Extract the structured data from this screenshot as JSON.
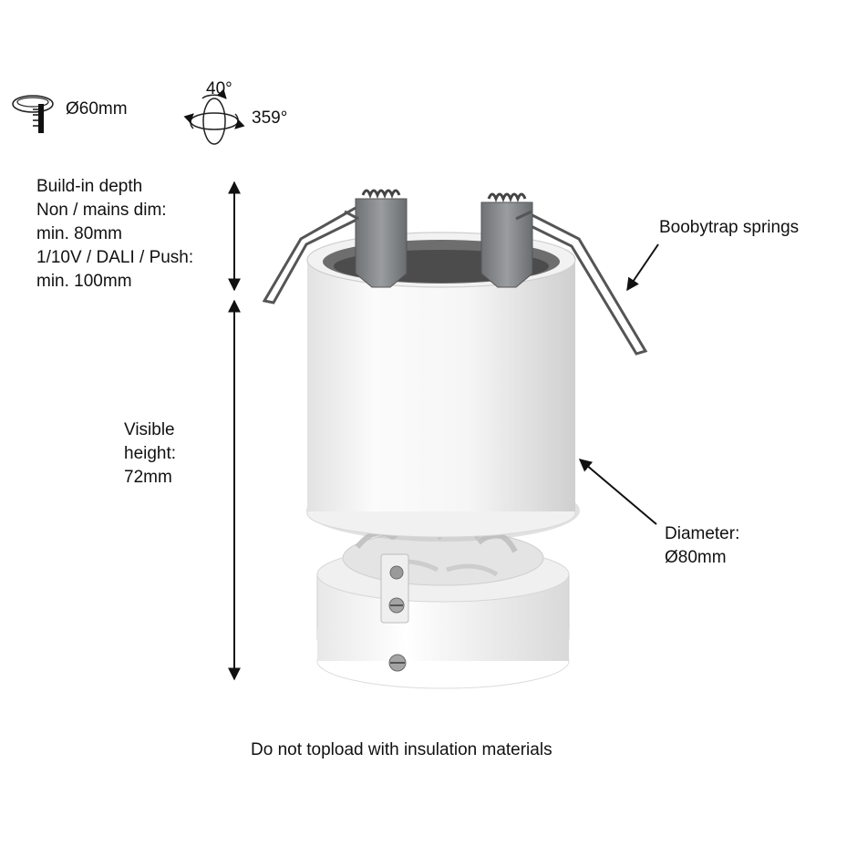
{
  "cutout": {
    "icon": "ceiling-cutout-icon",
    "label": "Ø60mm"
  },
  "rotation": {
    "icon": "rotation-icon",
    "tilt": "40°",
    "rotate": "359°"
  },
  "build_in_depth": {
    "lines": [
      "Build-in depth",
      "Non / mains dim:",
      "min. 80mm",
      "1/10V / DALI / Push:",
      "min. 100mm"
    ]
  },
  "visible_height": {
    "lines": [
      "Visible",
      "height:",
      "72mm"
    ]
  },
  "springs": {
    "label": "Boobytrap springs"
  },
  "diameter": {
    "lines": [
      "Diameter:",
      "Ø80mm"
    ]
  },
  "footer": {
    "note": "Do not topload with insulation materials"
  },
  "colors": {
    "text": "#111111",
    "body": "#f4f4f4",
    "shadow": "#d4d4d4",
    "metal": "#8a8d90",
    "arrow": "#111111"
  }
}
